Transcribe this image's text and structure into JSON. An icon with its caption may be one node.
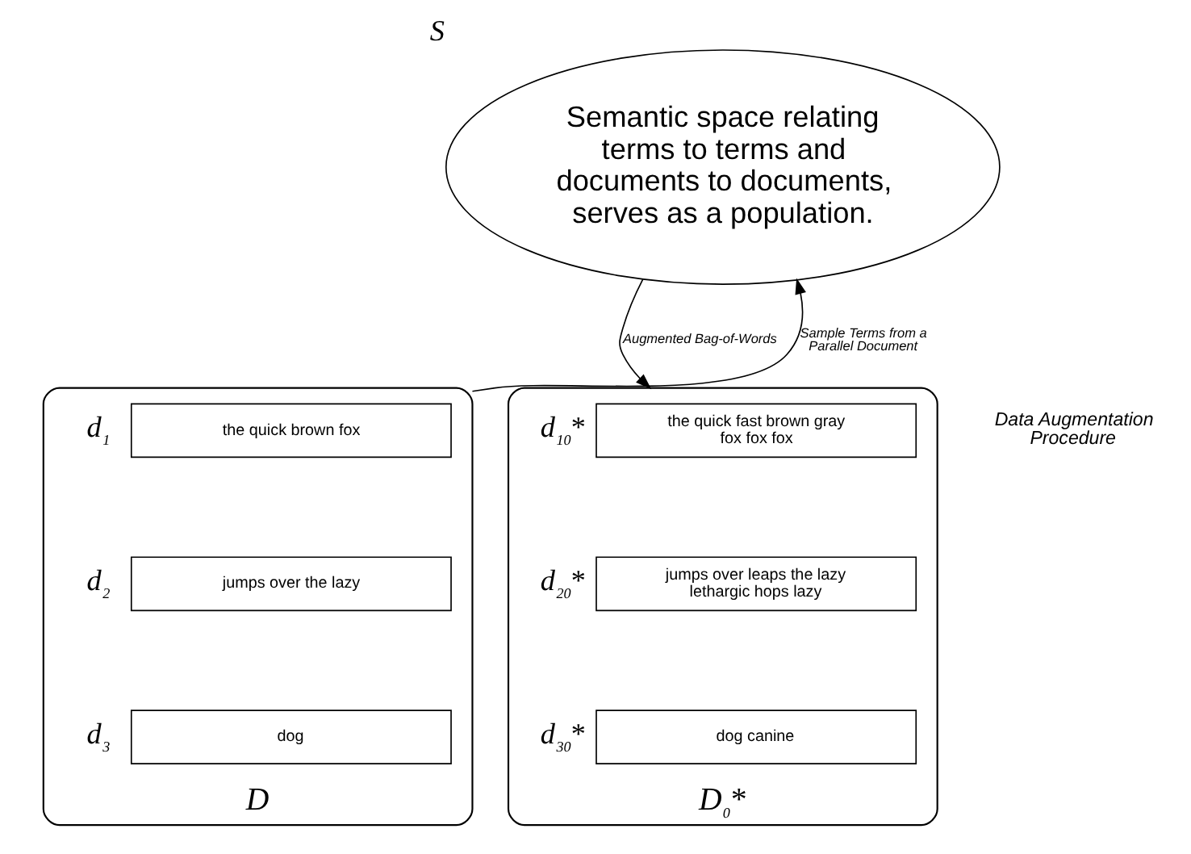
{
  "diagram": {
    "nodes": [
      {
        "text": [
          "Semantic space relating terms to terms and documents to documents, serves as a population."
        ],
        "beside": [
          "S"
        ]
      },
      {
        "text": [
          "D"
        ]
      },
      {
        "text": [
          "the quick brown fox"
        ],
        "in": 1,
        "beside": [
          "d$_{1}$"
        ]
      },
      {
        "text": [
          "jumps over the lazy"
        ],
        "in": 1,
        "beside": [
          "d$_{2}$"
        ]
      },
      {
        "text": [
          "dog"
        ],
        "in": 1,
        "beside": [
          "d$_{3}$"
        ]
      },
      {
        "text": [
          "D$_{0}$*"
        ]
      },
      {
        "text": [
          "the quick fast brown gray fox fox fox"
        ],
        "in": 5,
        "beside": [
          "d$_{10}$*"
        ]
      },
      {
        "text": [
          "jumps over leaps the lazy lethargic hops lazy"
        ],
        "in": 5,
        "beside": [
          "d$_{20}$*"
        ]
      },
      {
        "text": [
          "dog canine"
        ],
        "in": 5,
        "beside": [
          "d$_{30}$*"
        ]
      }
    ],
    "edges": [
      {
        "from": 1,
        "to": 0,
        "arrow": "to",
        "label": "Sample Terms from a Parallel Document"
      },
      {
        "from": 0,
        "to": 5,
        "arrow": "to",
        "label": "Augmented Bag-of-Words"
      }
    ],
    "labels": [
      "Data Augmentation Procedure"
    ]
  }
}
